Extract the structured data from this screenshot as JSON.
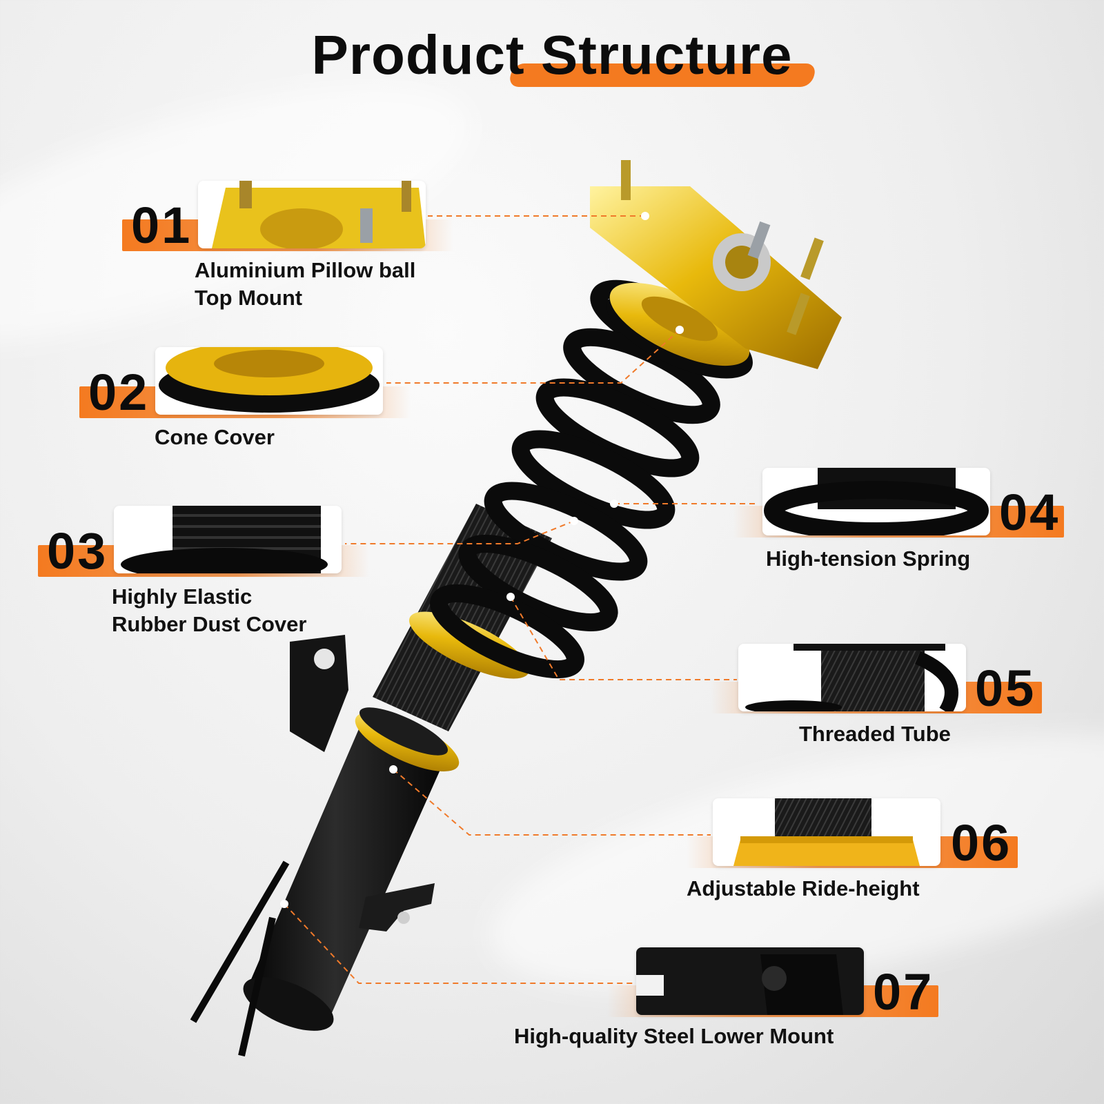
{
  "page": {
    "title": "Product Structure",
    "accent_color": "#f47a20"
  },
  "callouts": [
    {
      "number": "01",
      "lines": [
        "Aluminium Pillow ball",
        "Top Mount"
      ],
      "thumb_icon": "top-mount-plate-icon"
    },
    {
      "number": "02",
      "lines": [
        "Cone Cover"
      ],
      "thumb_icon": "cone-cover-icon"
    },
    {
      "number": "03",
      "lines": [
        "Highly Elastic",
        "Rubber Dust Cover"
      ],
      "thumb_icon": "dust-cover-icon"
    },
    {
      "number": "04",
      "lines": [
        "High-tension Spring"
      ],
      "thumb_icon": "spring-coil-icon"
    },
    {
      "number": "05",
      "lines": [
        "Threaded Tube"
      ],
      "thumb_icon": "threaded-tube-icon"
    },
    {
      "number": "06",
      "lines": [
        "Adjustable Ride-height"
      ],
      "thumb_icon": "ride-height-collar-icon"
    },
    {
      "number": "07",
      "lines": [
        "High-quality Steel Lower Mount"
      ],
      "thumb_icon": "lower-mount-bracket-icon"
    }
  ]
}
